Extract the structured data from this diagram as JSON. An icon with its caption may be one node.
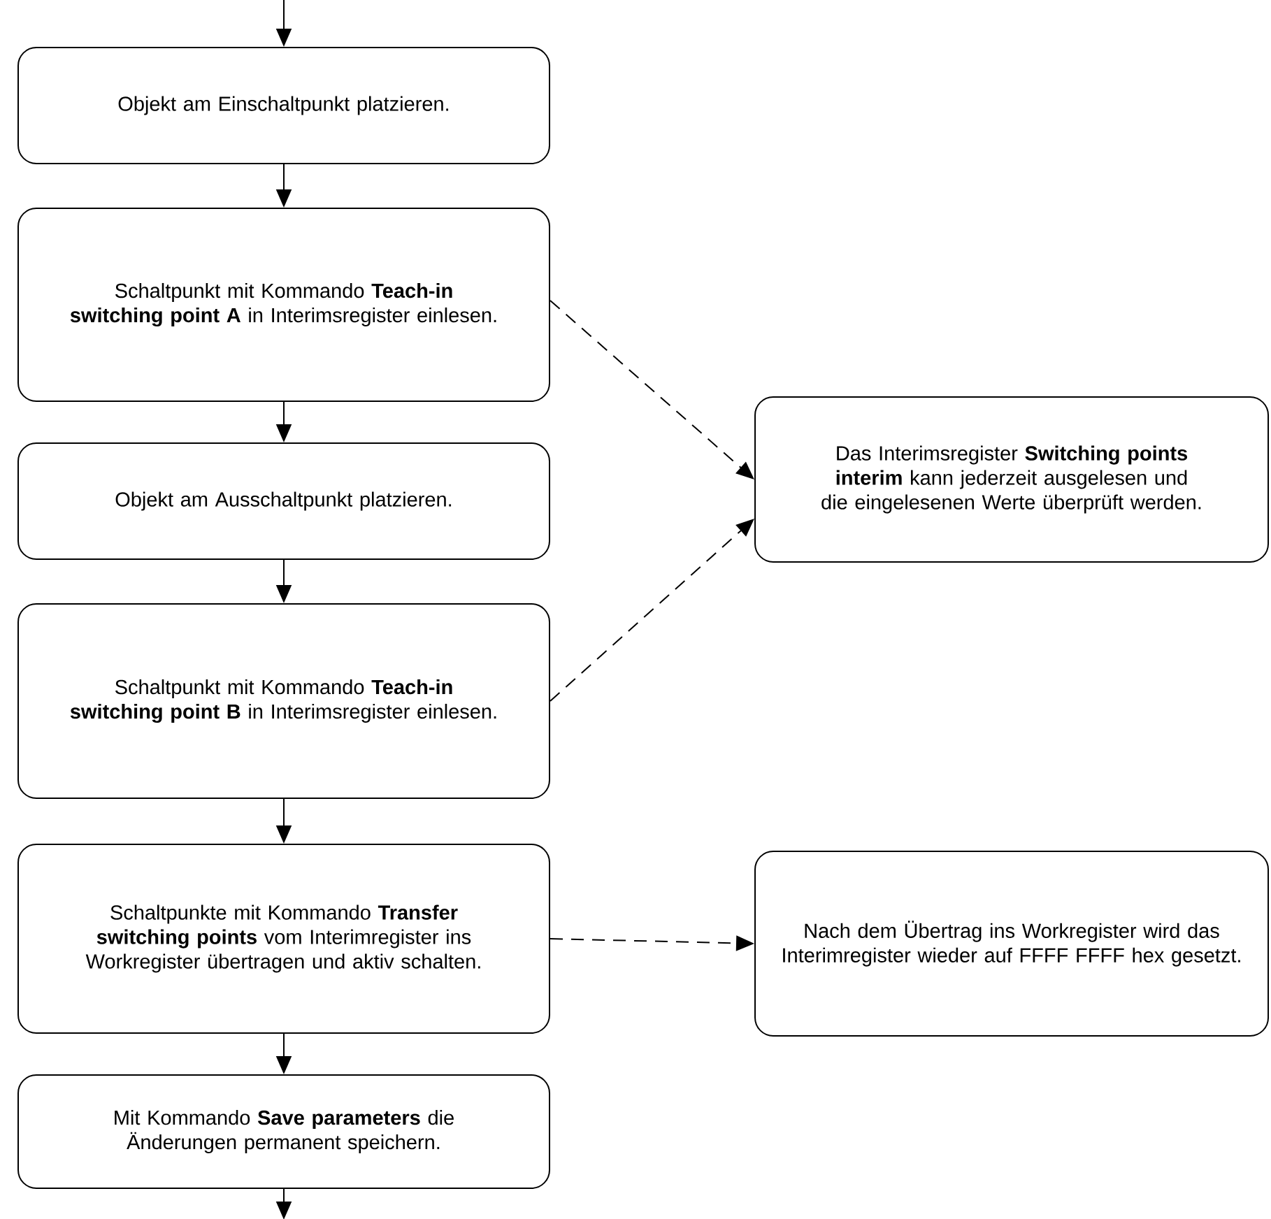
{
  "diagram": {
    "nodes": [
      {
        "text": [
          "Objekt am Einschaltpunkt platzieren."
        ]
      },
      {
        "text": [
          "Schaltpunkt mit Kommando **Teach-in switching point A** in Interimsregister einlesen."
        ]
      },
      {
        "text": [
          "Objekt am Ausschaltpunkt platzieren."
        ]
      },
      {
        "text": [
          "Schaltpunkt mit Kommando **Teach-in switching point B** in Interimsregister einlesen."
        ]
      },
      {
        "text": [
          "Schaltpunkte mit Kommando **Transfer switching points** vom Interimregister ins Workregister übertragen und aktiv schalten."
        ]
      },
      {
        "text": [
          "Mit Kommando **Save parameters** die Änderungen permanent speichern."
        ]
      },
      {
        "text": [
          "Das Interimsregister **Switching points interim** kann jederzeit ausgelesen und die eingelesenen Werte überprüft werden."
        ]
      },
      {
        "text": [
          "Nach dem Übertrag ins Workregister wird das Interimregister wieder auf FFFF FFFF hex gesetzt."
        ]
      }
    ],
    "edges": [
      {
        "from": null,
        "to": 0,
        "arrow": "to"
      },
      {
        "from": 0,
        "to": 1,
        "arrow": "to"
      },
      {
        "from": 1,
        "to": 2,
        "arrow": "to"
      },
      {
        "from": 2,
        "to": 3,
        "arrow": "to"
      },
      {
        "from": 3,
        "to": 4,
        "arrow": "to"
      },
      {
        "from": 4,
        "to": 5,
        "arrow": "to"
      },
      {
        "from": 5,
        "to": null,
        "arrow": "to"
      },
      {
        "from": 1,
        "to": 6,
        "arrow": "to",
        "style": "dashed"
      },
      {
        "from": 3,
        "to": 6,
        "arrow": "to",
        "style": "dashed"
      },
      {
        "from": 4,
        "to": 7,
        "arrow": "to",
        "style": "dashed"
      }
    ]
  }
}
